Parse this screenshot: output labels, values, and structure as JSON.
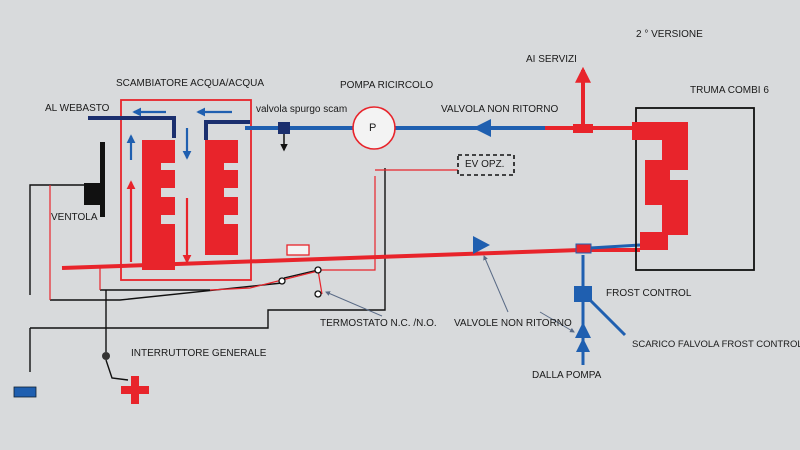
{
  "labels": {
    "version": "2 ° VERSIONE",
    "ai_servizi": "AI SERVIZI",
    "truma": "TRUMA COMBI 6",
    "scambiatore": "SCAMBIATORE ACQUA/ACQUA",
    "pompa": "POMPA RICIRCOLO",
    "al_webasto": "AL WEBASTO",
    "valvola_spurgo": "valvola spurgo scam",
    "valvola_non_ritorno": "VALVOLA NON RITORNO",
    "pump_symbol": "P",
    "ev_opz": "EV OPZ.",
    "ventola": "VENTOLA",
    "frost_control": "FROST CONTROL",
    "termostato": "TERMOSTATO N.C. /N.O.",
    "valvole_non_ritorno": "VALVOLE NON RITORNO",
    "interruttore": "INTERRUTTORE GENERALE",
    "scarico": "SCARICO FALVOLA FROST CONTROL",
    "dalla_pompa": "DALLA POMPA"
  },
  "colors": {
    "hot": "#e8242b",
    "cold": "#1f5fb0",
    "navy": "#1b2f6e",
    "wire": "#111111",
    "background": "#d8dadc"
  }
}
